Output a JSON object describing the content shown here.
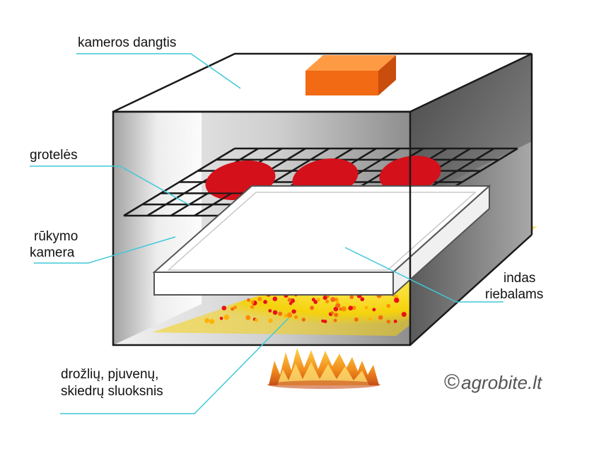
{
  "labels": {
    "lid": "kameros dangtis",
    "grill": "grotelės",
    "chamber_line1": "rūkymo",
    "chamber_line2": "kamera",
    "tray_line1": "indas",
    "tray_line2": "riebalams",
    "chips_line1": "drožlių, pjuvenų,",
    "chips_line2": "skiedrų sluoksnis"
  },
  "watermark": {
    "symbol": "©",
    "text": "agrobite.lt"
  },
  "colors": {
    "leader": "#3fc9d6",
    "outline": "#1a1a1a",
    "handle": "#f26a14",
    "meat": "#d4101a",
    "ember_glow": "#f5d20c",
    "fire": "#f0a020"
  }
}
